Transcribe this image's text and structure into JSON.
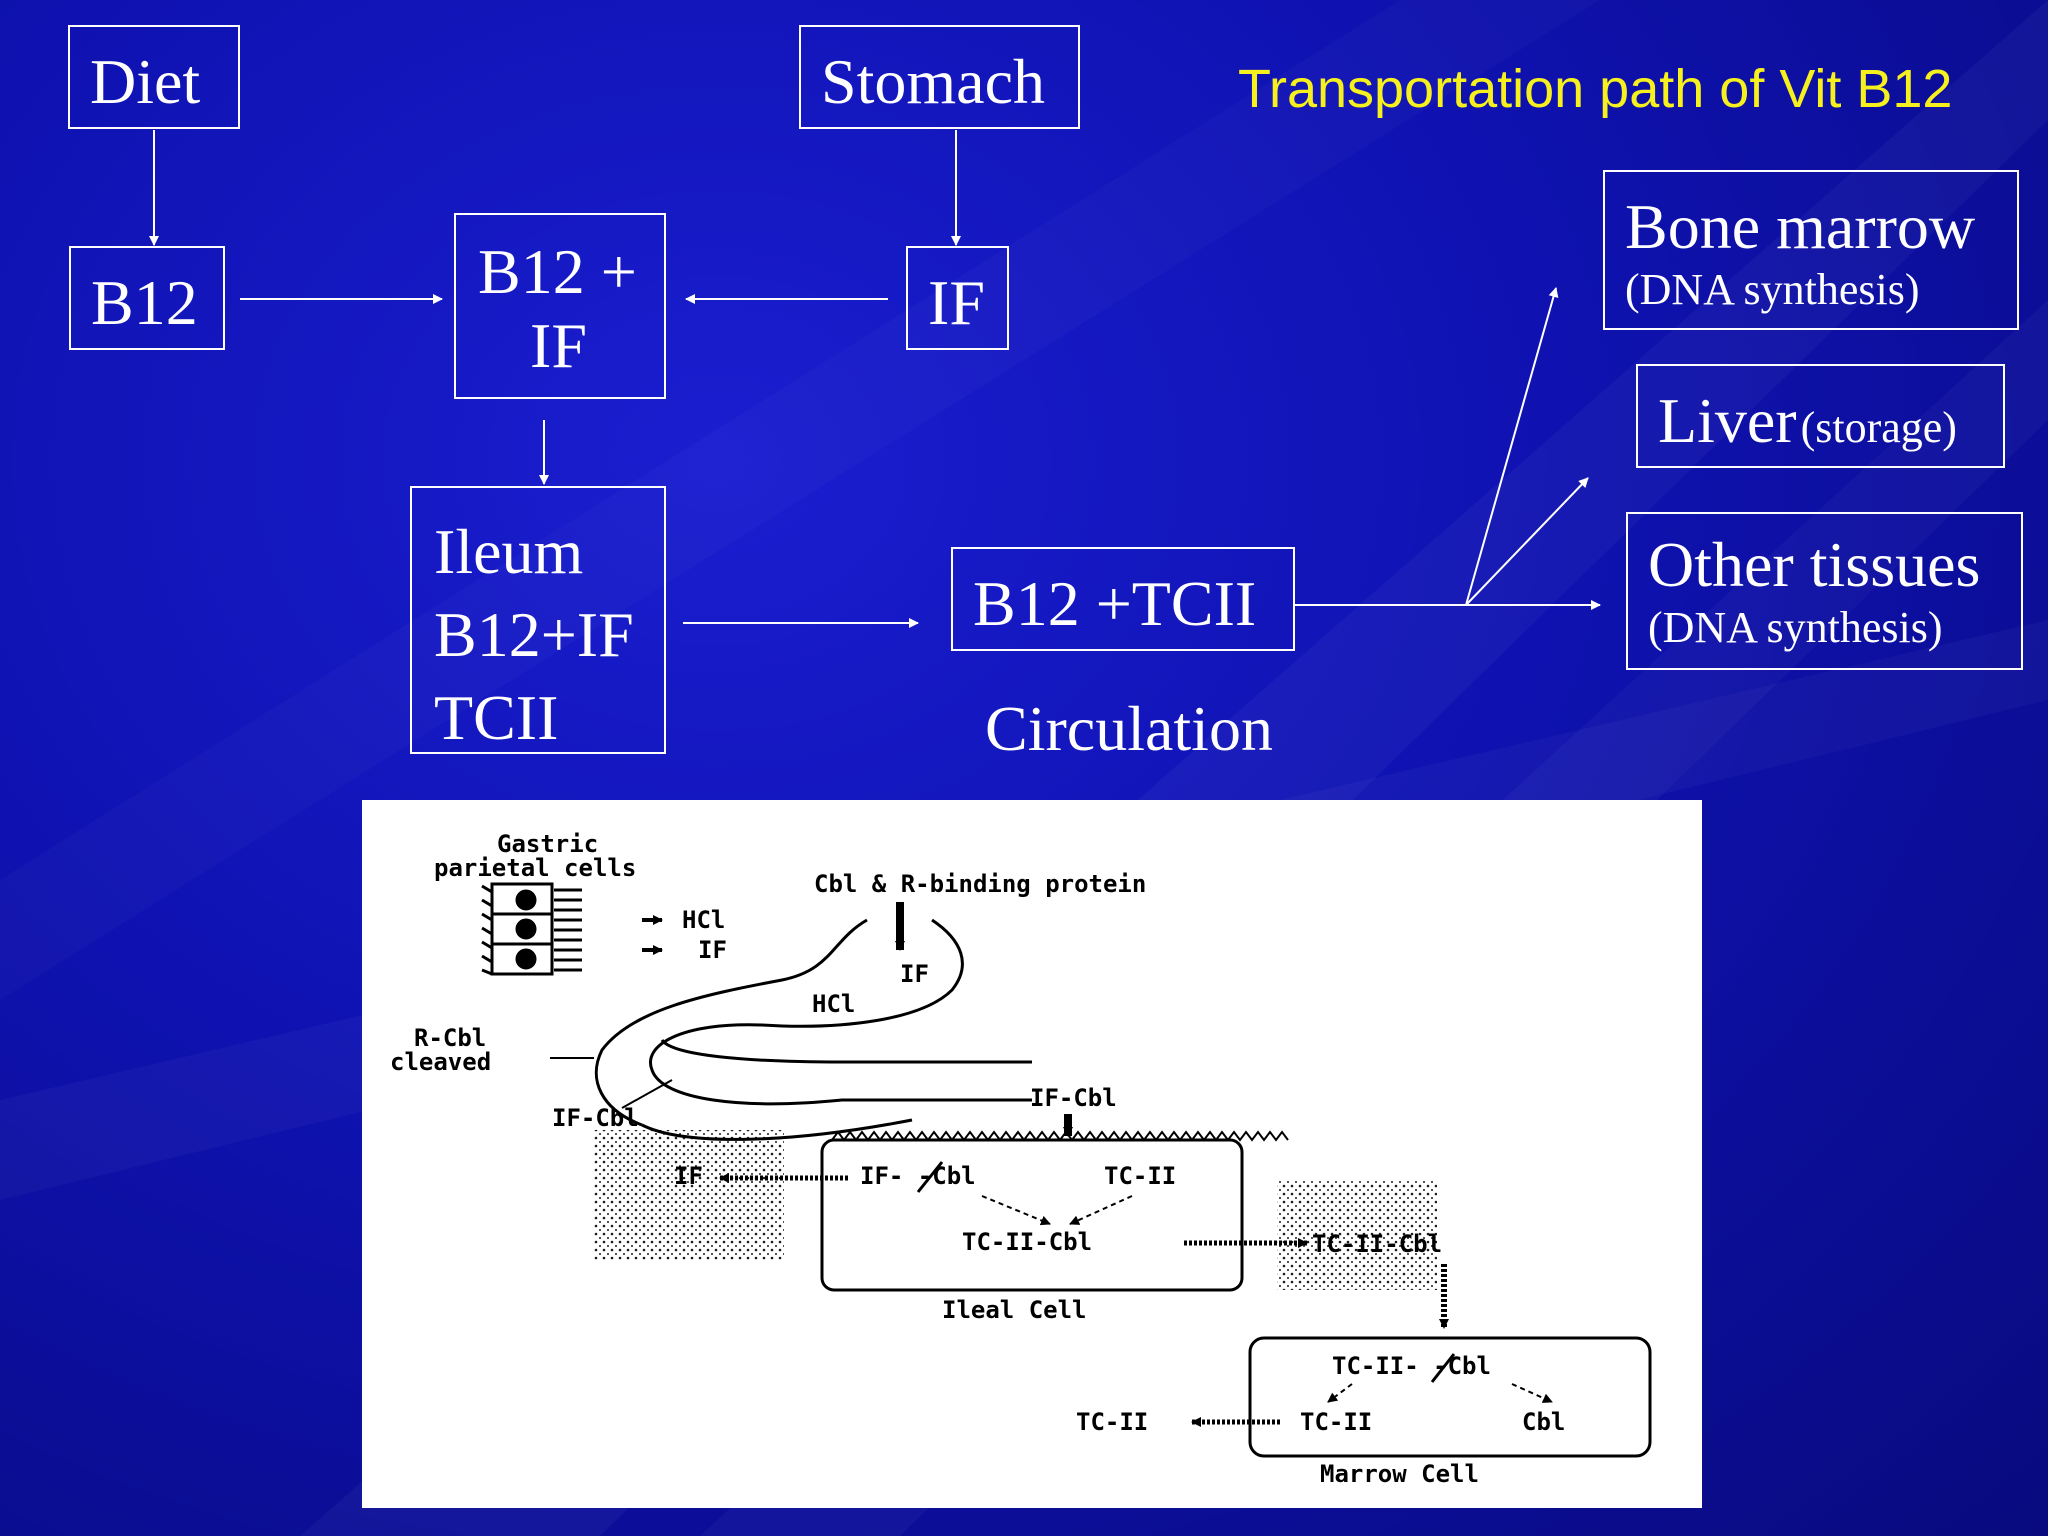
{
  "title": "Transportation path of Vit B12",
  "flow": {
    "diet": "Diet",
    "stomach": "Stomach",
    "b12": "B12",
    "b12_if_line1": "B12 +",
    "b12_if_line2": "IF",
    "if": "IF",
    "ileum_line1": "Ileum",
    "ileum_line2": "B12+IF",
    "ileum_line3": "TCII",
    "b12_tcii": "B12 +TCII",
    "circulation": "Circulation",
    "bone_marrow": "Bone marrow",
    "bone_marrow_sub": "(DNA synthesis)",
    "liver": "Liver",
    "liver_sub": "(storage)",
    "other_tissues": "Other tissues",
    "other_tissues_sub": "(DNA synthesis)"
  },
  "illustration": {
    "gastric_line1": "Gastric",
    "gastric_line2": "parietal cells",
    "hcl_out": "HCl",
    "if_out": "IF",
    "cbl_r": "Cbl & R-binding protein",
    "stomach_if": "IF",
    "stomach_hcl": "HCl",
    "rcbl_line1": "R-Cbl",
    "rcbl_line2": "cleaved",
    "if_cbl_left": "IF-Cbl",
    "if_cbl_top": "IF-Cbl",
    "if_left": "IF",
    "if_split": "IF-  -Cbl",
    "tc2_in": "TC-II",
    "tc2_cbl_in": "TC-II-Cbl",
    "tc2_cbl_out": "TC-II-Cbl",
    "ileal_cell": "Ileal Cell",
    "marrow_split": "TC-II-  -Cbl",
    "tc2_out": "TC-II",
    "tc2_marrow": "TC-II",
    "cbl_marrow": "Cbl",
    "marrow_cell": "Marrow Cell"
  }
}
